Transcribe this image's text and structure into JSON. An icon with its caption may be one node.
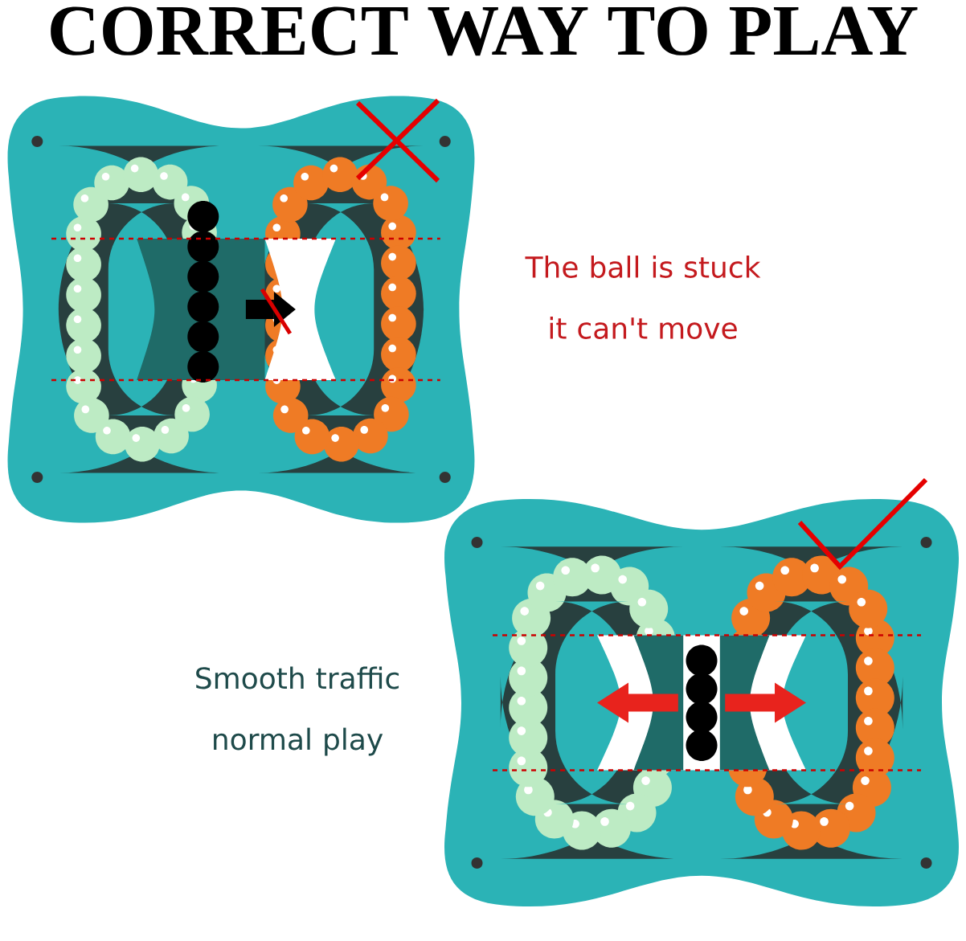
{
  "diagram": {
    "title": "CORRECT WAY TO PLAY",
    "labels": [
      "The ball is stuck it can't move",
      "Smooth traffic normal play"
    ]
  }
}
